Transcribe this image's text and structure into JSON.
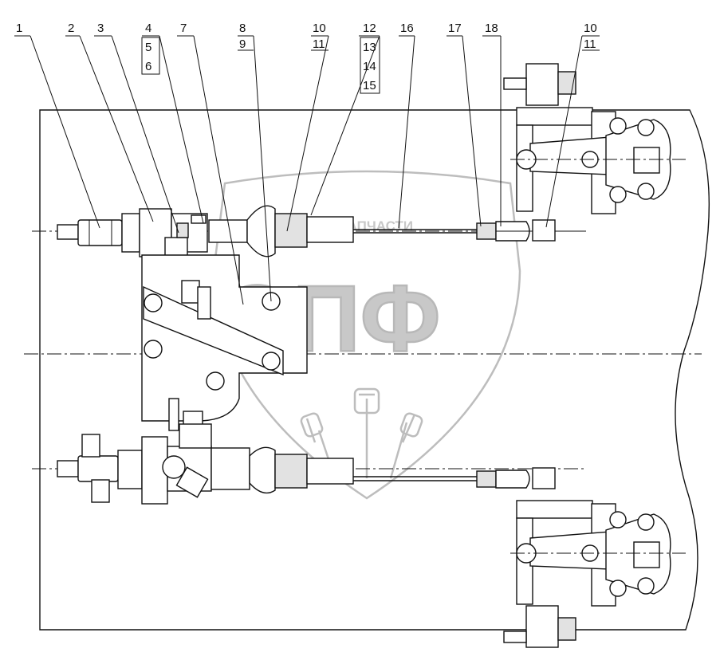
{
  "callouts": [
    {
      "id": "c1",
      "label": "1"
    },
    {
      "id": "c2",
      "label": "2"
    },
    {
      "id": "c3",
      "label": "3"
    },
    {
      "id": "c4",
      "label": "4"
    },
    {
      "id": "c5",
      "label": "5"
    },
    {
      "id": "c6",
      "label": "6"
    },
    {
      "id": "c7",
      "label": "7"
    },
    {
      "id": "c8",
      "label": "8"
    },
    {
      "id": "c9",
      "label": "9"
    },
    {
      "id": "c10a",
      "label": "10"
    },
    {
      "id": "c11a",
      "label": "11"
    },
    {
      "id": "c12",
      "label": "12"
    },
    {
      "id": "c13",
      "label": "13"
    },
    {
      "id": "c14",
      "label": "14"
    },
    {
      "id": "c15",
      "label": "15"
    },
    {
      "id": "c16",
      "label": "16"
    },
    {
      "id": "c17",
      "label": "17"
    },
    {
      "id": "c18",
      "label": "18"
    },
    {
      "id": "c10b",
      "label": "10"
    },
    {
      "id": "c11b",
      "label": "11"
    }
  ],
  "watermark": {
    "brand_line": "ТЕХНИКА  ЗАПЧАСТИ",
    "logo_letters": "ЭПФ"
  }
}
